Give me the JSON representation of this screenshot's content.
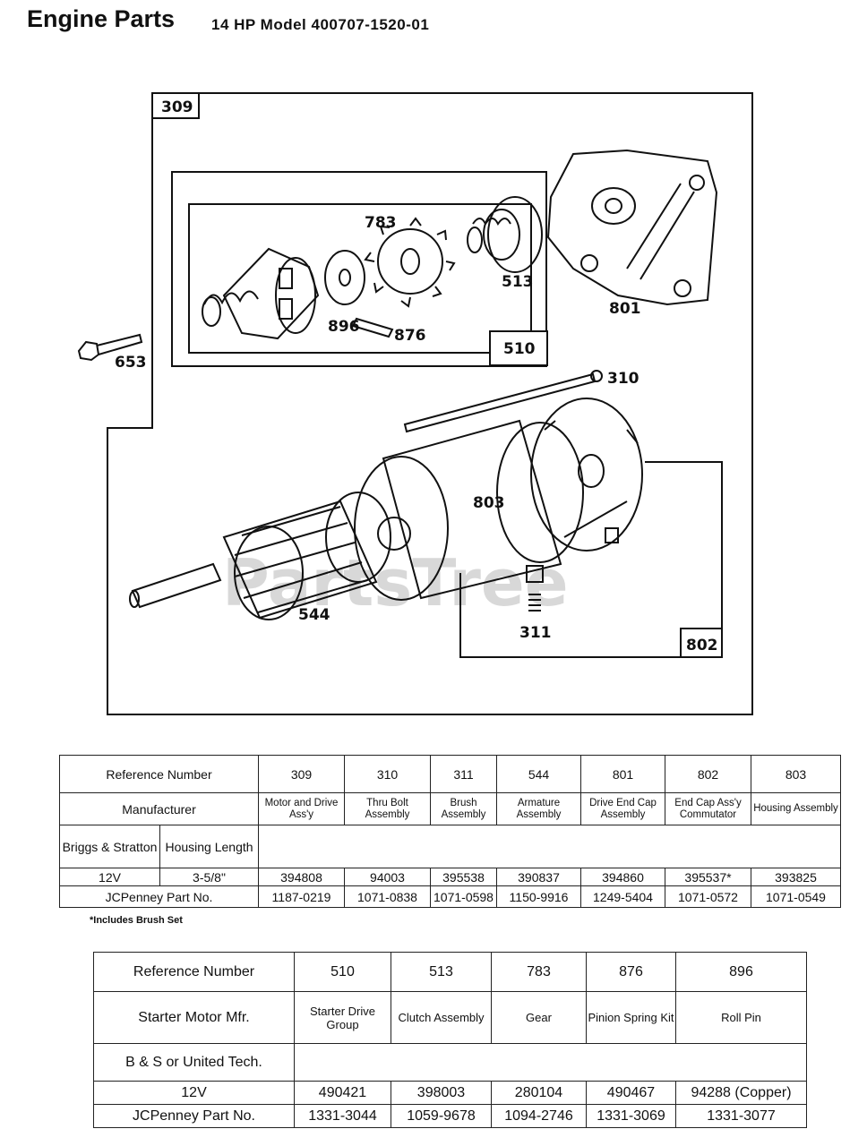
{
  "header": {
    "title": "Engine Parts",
    "subtitle": "14 HP Model 400707-1520-01"
  },
  "diagram": {
    "watermark": "PartsTree",
    "callouts": {
      "c309": "309",
      "c510": "510",
      "c783": "783",
      "c896": "896",
      "c876": "876",
      "c513": "513",
      "c801": "801",
      "c653": "653",
      "c310": "310",
      "c803": "803",
      "c544": "544",
      "c311": "311",
      "c802": "802"
    }
  },
  "table1": {
    "ref_label": "Reference Number",
    "mfr_label": "Manufacturer",
    "bs_label": "Briggs & Stratton",
    "housing_label": "Housing Length",
    "voltage": "12V",
    "housing_value": "3-5/8\"",
    "jcp_label": "JCPenney Part No.",
    "columns": [
      {
        "ref": "309",
        "desc": "Motor and Drive Ass'y",
        "part": "394808",
        "jcp": "1187-0219"
      },
      {
        "ref": "310",
        "desc": "Thru Bolt Assembly",
        "part": "94003",
        "jcp": "1071-0838"
      },
      {
        "ref": "311",
        "desc": "Brush Assembly",
        "part": "395538",
        "jcp": "1071-0598"
      },
      {
        "ref": "544",
        "desc": "Armature Assembly",
        "part": "390837",
        "jcp": "1150-9916"
      },
      {
        "ref": "801",
        "desc": "Drive End Cap Assembly",
        "part": "394860",
        "jcp": "1249-5404"
      },
      {
        "ref": "802",
        "desc": "End Cap Ass'y Commutator",
        "part": "395537*",
        "jcp": "1071-0572"
      },
      {
        "ref": "803",
        "desc": "Housing Assembly",
        "part": "393825",
        "jcp": "1071-0549"
      }
    ],
    "footnote": "*Includes Brush Set"
  },
  "table2": {
    "ref_label": "Reference Number",
    "mfr_label": "Starter Motor Mfr.",
    "bs_label": "B & S or United Tech.",
    "voltage": "12V",
    "jcp_label": "JCPenney Part No.",
    "columns": [
      {
        "ref": "510",
        "desc": "Starter Drive Group",
        "part": "490421",
        "jcp": "1331-3044"
      },
      {
        "ref": "513",
        "desc": "Clutch Assembly",
        "part": "398003",
        "jcp": "1059-9678"
      },
      {
        "ref": "783",
        "desc": "Gear",
        "part": "280104",
        "jcp": "1094-2746"
      },
      {
        "ref": "876",
        "desc": "Pinion Spring Kit",
        "part": "490467",
        "jcp": "1331-3069"
      },
      {
        "ref": "896",
        "desc": "Roll Pin",
        "part": "94288 (Copper)",
        "jcp": "1331-3077"
      }
    ]
  }
}
